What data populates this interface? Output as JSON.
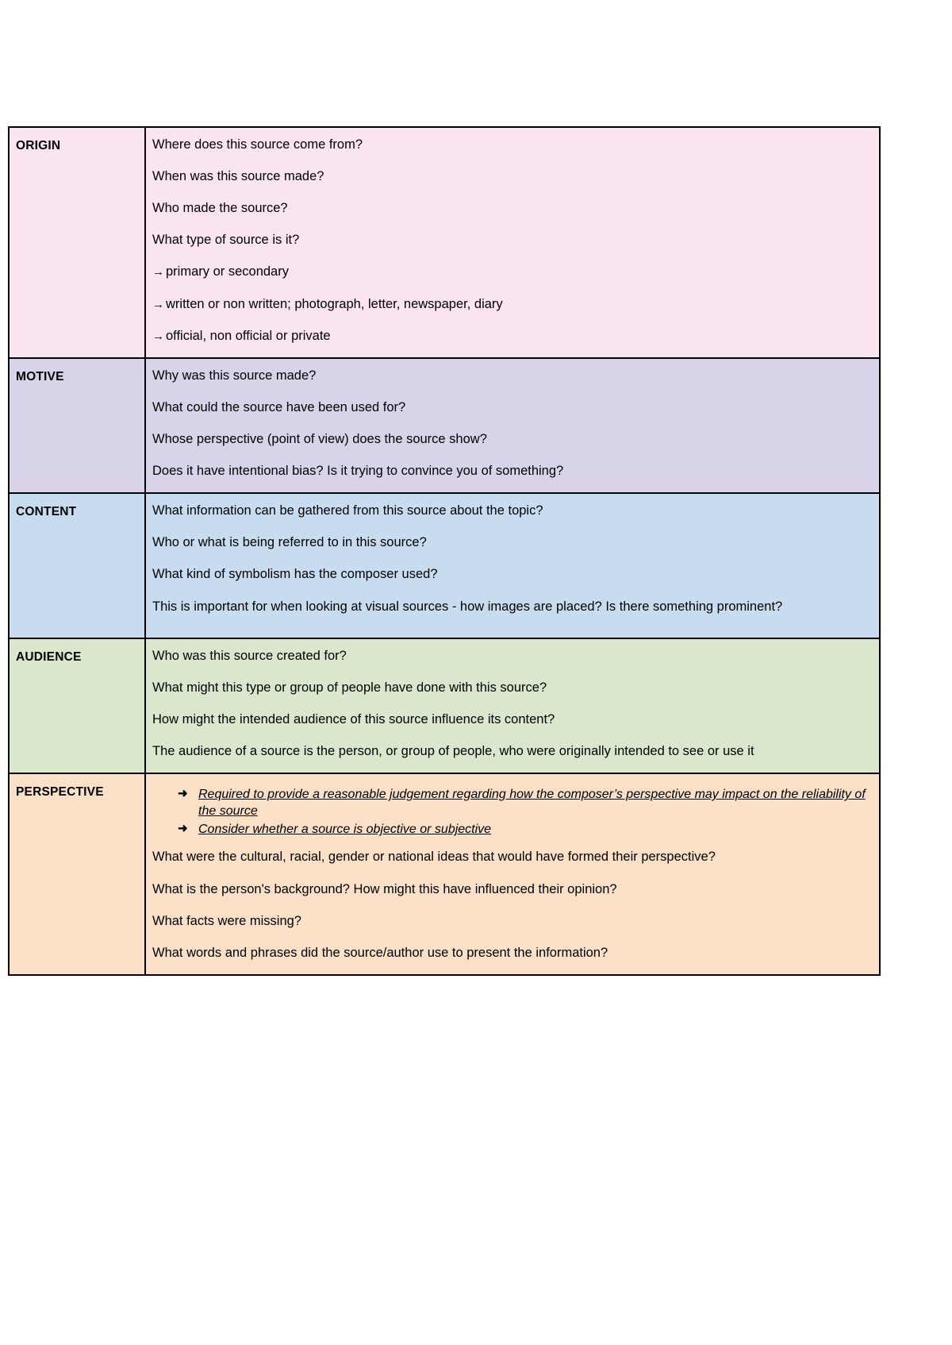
{
  "document": {
    "title": "Source Analysis Table",
    "colors": {
      "origin_bg": "#f9e4ef",
      "motive_bg": "#d8d3e8",
      "content_bg": "#c8dcf0",
      "audience_bg": "#d9e8cd",
      "perspective_bg": "#fae0c6",
      "border": "#000000",
      "text": "#000000"
    }
  },
  "rows": {
    "origin": {
      "label": "ORIGIN",
      "lines": [
        "Where does this source come from?",
        "When was this source made?",
        "Who made the source?",
        "What type of source is it?"
      ],
      "arrow_lines": [
        "primary or secondary",
        "written or non written; photograph, letter, newspaper, diary",
        "official, non official or private"
      ],
      "arrow_glyph": "→"
    },
    "motive": {
      "label": "MOTIVE",
      "lines": [
        "Why was this source made?",
        "What could the source have been used for?",
        "Whose perspective (point of view) does the source show?",
        "Does it have intentional bias? Is it trying to convince you of something?"
      ]
    },
    "content": {
      "label": "CONTENT",
      "lines": [
        "What information can be gathered from this source about the topic?",
        "Who or what is being referred to in this source?",
        "What kind of symbolism has the composer used?",
        "This is important for when looking at visual sources - how images are placed? Is there something prominent?"
      ]
    },
    "audience": {
      "label": "AUDIENCE",
      "lines": [
        "Who was this source created for?",
        "What might this type or group of people have done with this source?",
        "How might the intended audience of this source influence its content?",
        "The audience of a source is the person, or group of people, who were originally intended to see or use it"
      ]
    },
    "perspective": {
      "label": "PERSPECTIVE",
      "bullet_glyph": "➜",
      "bullets": [
        "Required to provide a reasonable judgement regarding how the composer’s perspective may impact on the reliability of the source",
        "Consider whether a source is objective or subjective"
      ],
      "lines": [
        "What were the cultural, racial, gender or national ideas that would have formed their perspective?",
        "What is the person's background? How might this have influenced their opinion?",
        "What facts were missing?",
        "What words and phrases did the source/author use to present the information?"
      ]
    }
  }
}
